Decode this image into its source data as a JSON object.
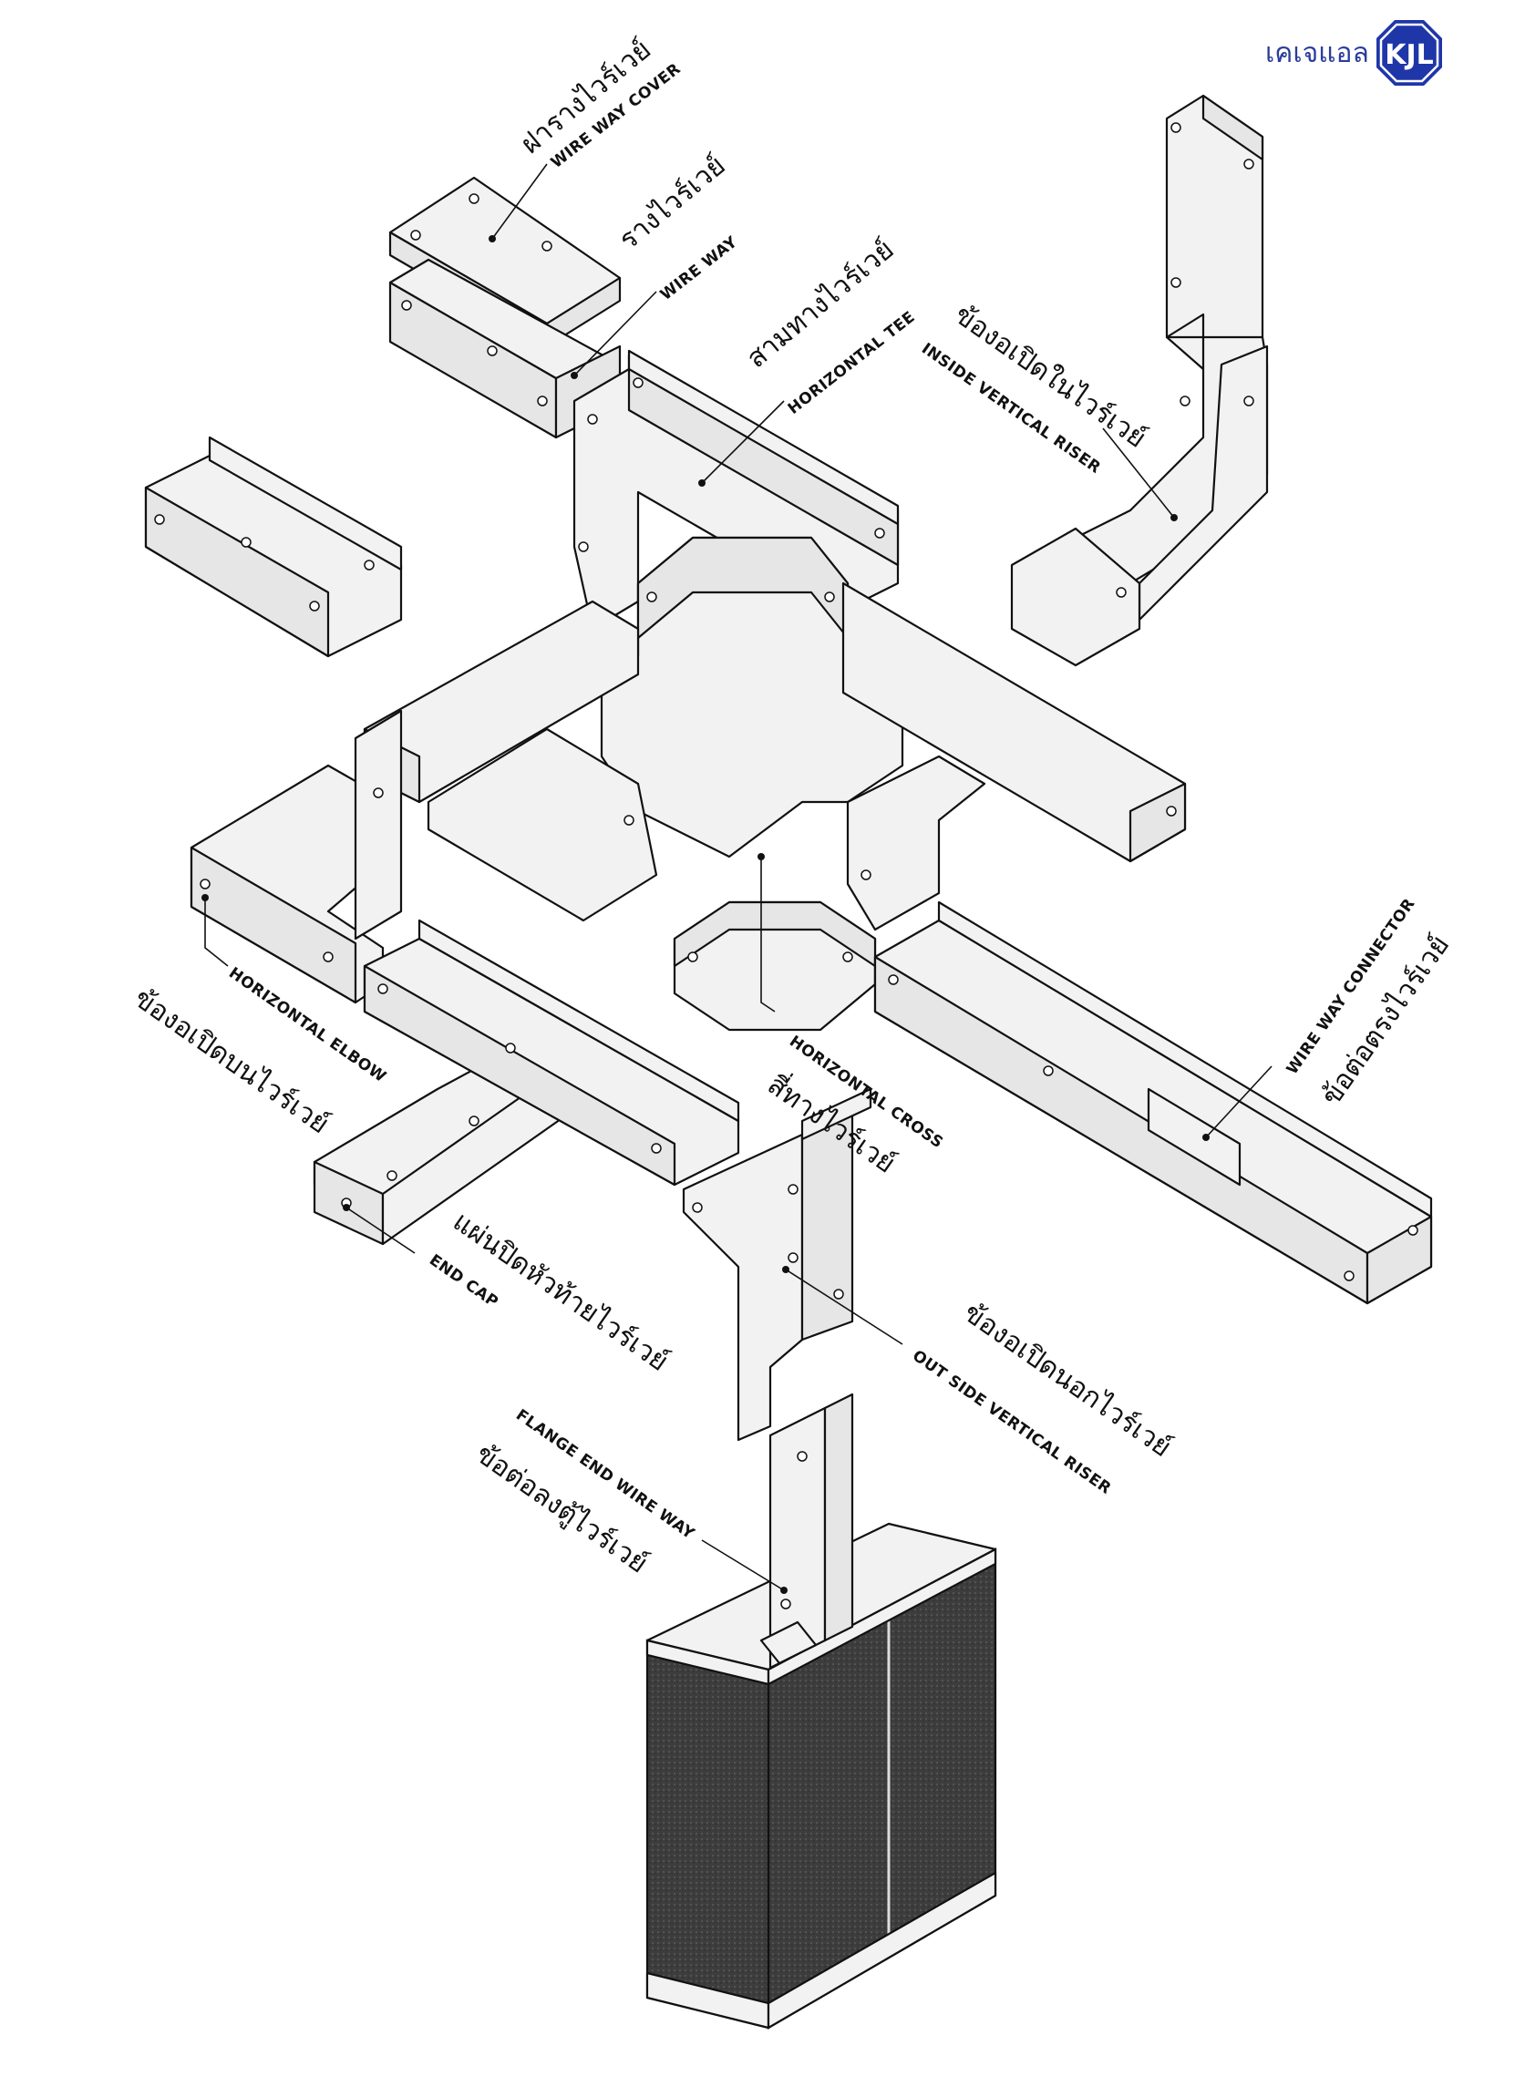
{
  "logo": {
    "text": "เคเจแอล",
    "badge_text": "KJL",
    "color": "#1f36a8"
  },
  "labels": {
    "wire_way_cover": {
      "en": "WIRE WAY COVER",
      "th": "ฝารางไวร์เวย์"
    },
    "wire_way": {
      "en": "WIRE WAY",
      "th": "รางไวร์เวย์"
    },
    "horizontal_tee": {
      "en": "HORIZONTAL TEE",
      "th": "สามทางไวร์เวย์"
    },
    "inside_vertical_riser": {
      "en": "INSIDE VERTICAL RISER",
      "th": "ข้องอเปิดในไวร์เวย์"
    },
    "horizontal_elbow": {
      "en": "HORIZONTAL ELBOW",
      "th": "ข้องอเปิดบนไวร์เวย์"
    },
    "horizontal_cross": {
      "en": "HORIZONTAL CROSS",
      "th": "สี่ทางไวร์เวย์"
    },
    "wire_way_connector": {
      "en": "WIRE WAY CONNECTOR",
      "th": "ข้อต่อตรงไวร์เวย์"
    },
    "end_cap": {
      "en": "END CAP",
      "th": "แผ่นปิดหัวท้ายไวร์เวย์"
    },
    "outside_vertical_riser": {
      "en": "OUT SIDE VERTICAL RISER",
      "th": "ข้องอเปิดนอกไวร์เวย์"
    },
    "flange_end_wire_way": {
      "en": "FLANGE END WIRE WAY",
      "th": "ข้อต่อลงตู้ไวร์เวย์"
    }
  },
  "colors": {
    "line": "#111111",
    "metal": "#f2f2f2",
    "cabinet": "#4a4a4a"
  }
}
